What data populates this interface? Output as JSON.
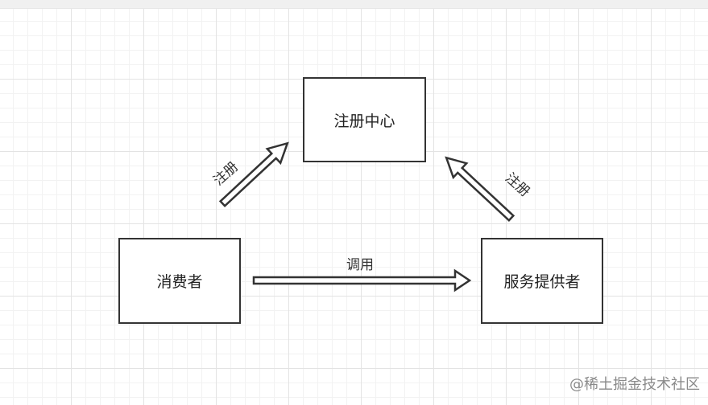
{
  "nodes": {
    "registry": "注册中心",
    "consumer": "消费者",
    "provider": "服务提供者"
  },
  "edges": {
    "consumer_to_registry": "注册",
    "provider_to_registry": "注册",
    "consumer_to_provider": "调用"
  },
  "watermark": "@稀土掘金技术社区"
}
